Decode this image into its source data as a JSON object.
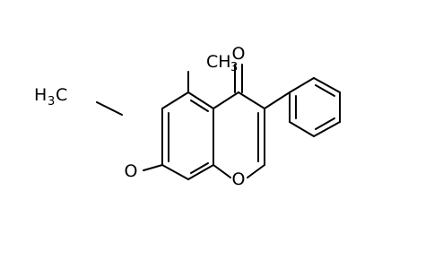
{
  "molecule": {
    "labels": {
      "carbonyl_oxygen": "O",
      "ring_oxygen": "O",
      "ether_oxygen": "O",
      "methyl_top": {
        "text": "CH",
        "sub": "3"
      },
      "methoxy_methyl": {
        "text": "H",
        "sub": "3",
        "after": "C"
      }
    },
    "colors": {
      "bond": "#000000",
      "background": "#ffffff"
    }
  }
}
